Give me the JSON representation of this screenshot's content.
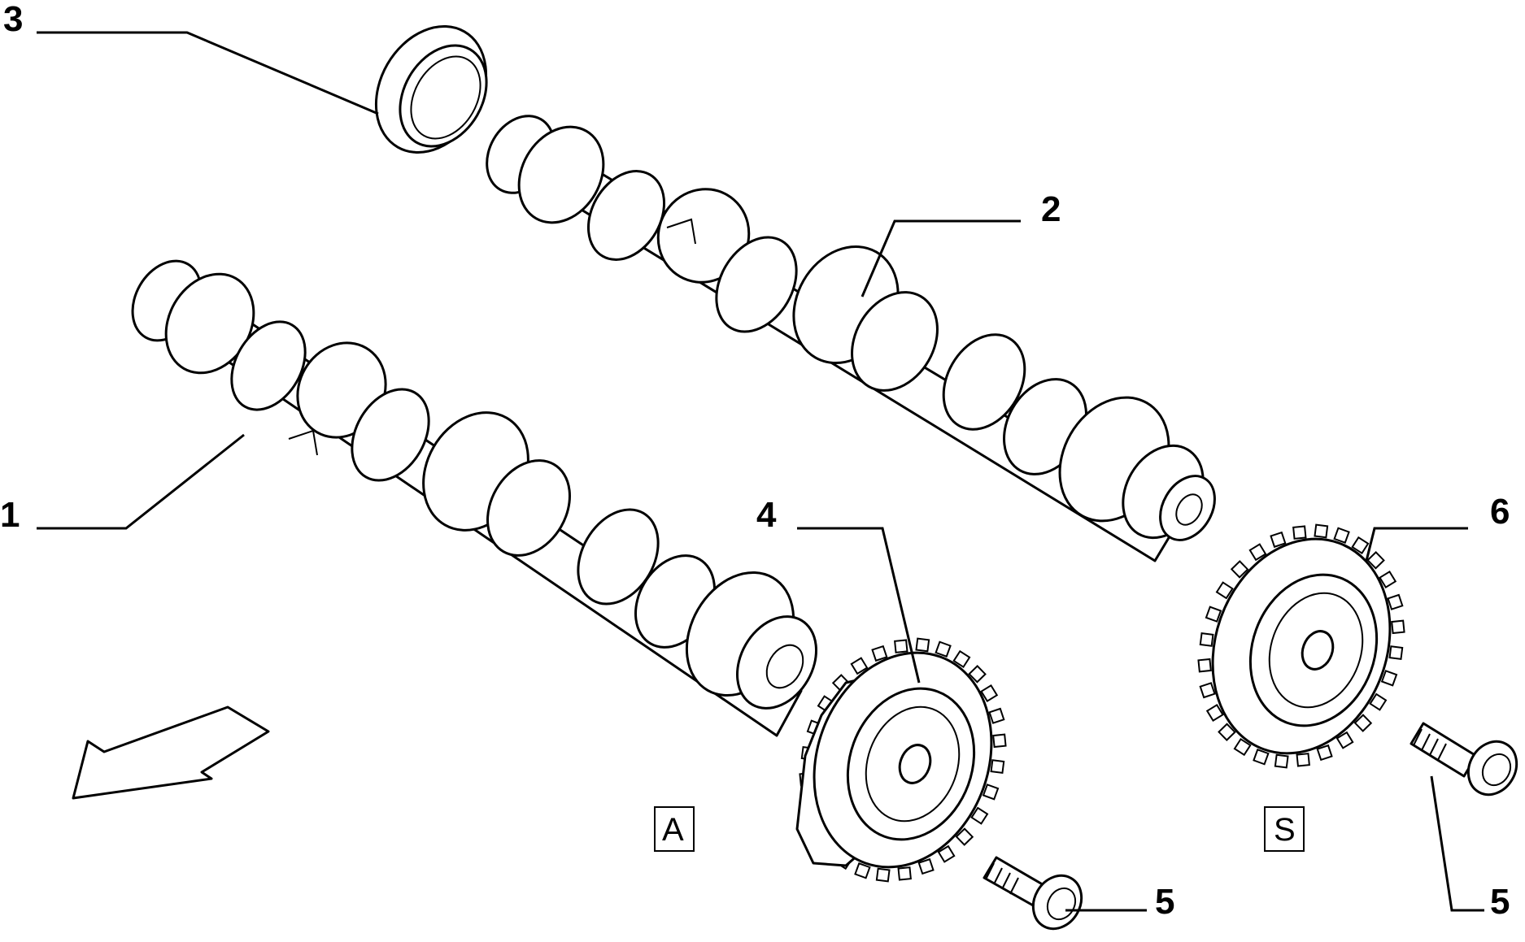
{
  "callouts": [
    {
      "id": "1",
      "label": "1",
      "part": "camshaft-exhaust"
    },
    {
      "id": "2",
      "label": "2",
      "part": "camshaft-intake"
    },
    {
      "id": "3",
      "label": "3",
      "part": "oil-seal"
    },
    {
      "id": "4",
      "label": "4",
      "part": "timing-pulley-a"
    },
    {
      "id": "5a",
      "label": "5",
      "part": "bolt-a"
    },
    {
      "id": "6",
      "label": "6",
      "part": "timing-pulley-s"
    },
    {
      "id": "5b",
      "label": "5",
      "part": "bolt-s"
    }
  ],
  "boxed_labels": {
    "a": "A",
    "s": "S"
  },
  "colors": {
    "line": "#000000",
    "background": "#ffffff"
  },
  "icons": {
    "direction": "direction-arrow-icon"
  }
}
